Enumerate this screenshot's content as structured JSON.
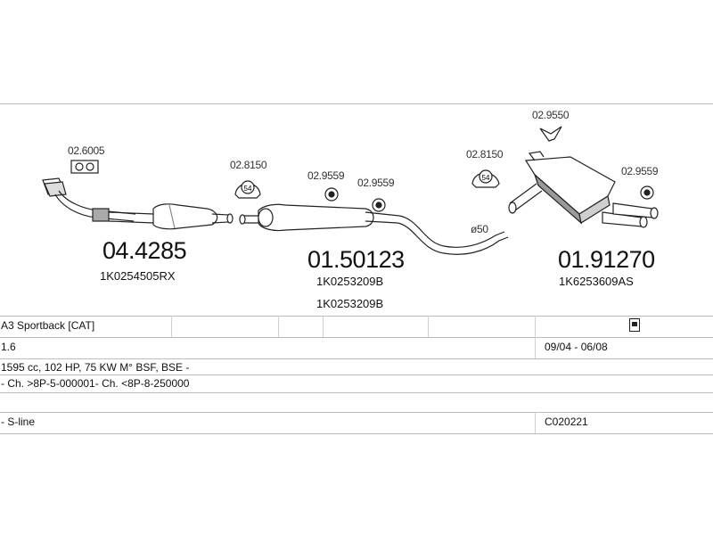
{
  "diagram": {
    "front_pipe": {
      "part_no": "04.4285",
      "oem": "1K0254505RX",
      "accessory": "02.6005"
    },
    "middle_muffler": {
      "part_no": "01.50123",
      "oem_1": "1K0253209B",
      "oem_2": "1K0253209B",
      "accessories": [
        "02.8150",
        "02.9559",
        "02.9559"
      ]
    },
    "rear_muffler": {
      "part_no": "01.91270",
      "oem": "1K6253609AS",
      "accessories": [
        "02.9550",
        "02.8150",
        "02.9559"
      ]
    },
    "ring_label": "54",
    "diameter_label": "ø50"
  },
  "table": {
    "model": "A3 Sportback  [CAT]",
    "engine": "1.6",
    "years": "09/04 - 06/08",
    "specs": "1595 cc, 102 HP, 75 KW M° BSF, BSE -",
    "chassis": "- Ch. >8P-5-000001- Ch. <8P-8-250000",
    "trim": "- S-line",
    "code": "C020221"
  },
  "colors": {
    "line": "#222222",
    "fill": "#ffffff",
    "shade": "#9a9a9a",
    "grid": "#bdbdbd"
  }
}
